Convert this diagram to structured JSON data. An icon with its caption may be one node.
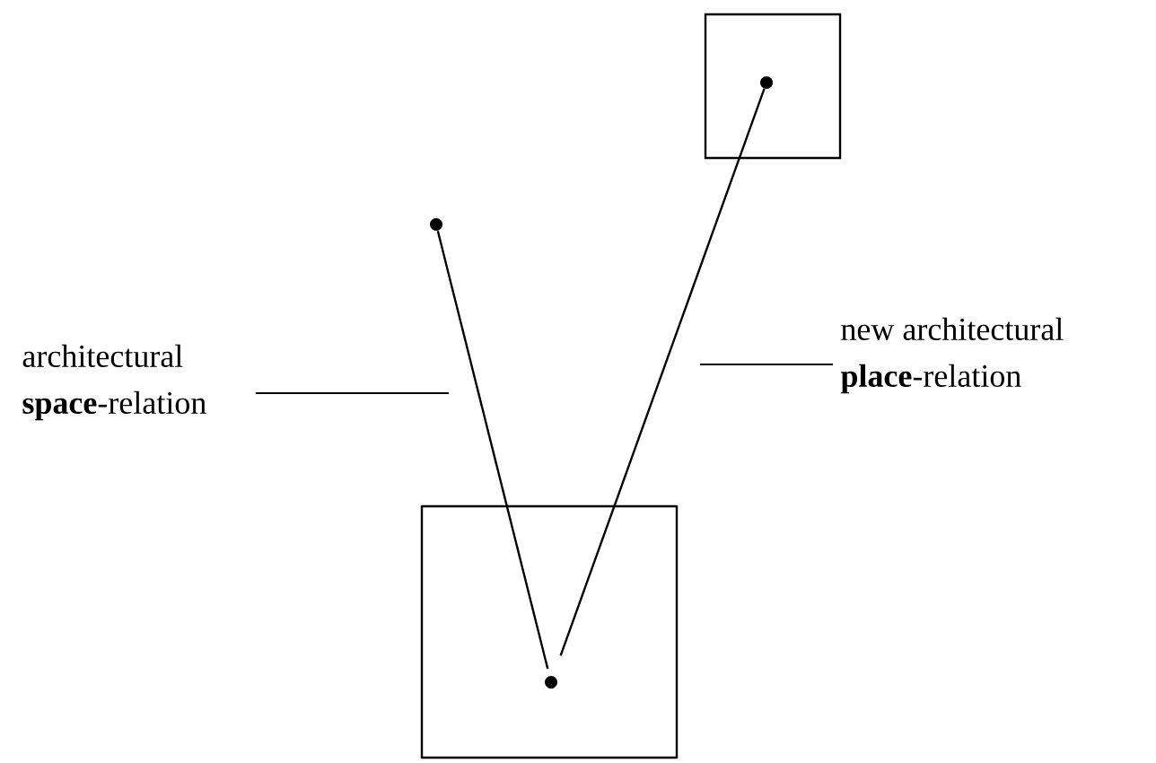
{
  "diagram": {
    "nodes": [
      {
        "text": [],
        "shape": "box"
      },
      {
        "text": [],
        "shape": "circle",
        "in": 0
      },
      {
        "text": [],
        "shape": "circle"
      },
      {
        "text": [],
        "shape": "box"
      },
      {
        "text": [],
        "shape": "circle",
        "in": 3
      },
      {
        "text": [
          "architectural **space**-relation"
        ]
      },
      {
        "text": [
          "new architectural **place**-relation"
        ]
      }
    ],
    "edges": [
      {
        "from": 2,
        "to": 4,
        "arrow": "none"
      },
      {
        "from": 1,
        "to": 4,
        "arrow": "none"
      },
      {
        "from": 5,
        "to": null,
        "arrow": "none"
      },
      {
        "from": 6,
        "to": null,
        "arrow": "none"
      }
    ]
  }
}
